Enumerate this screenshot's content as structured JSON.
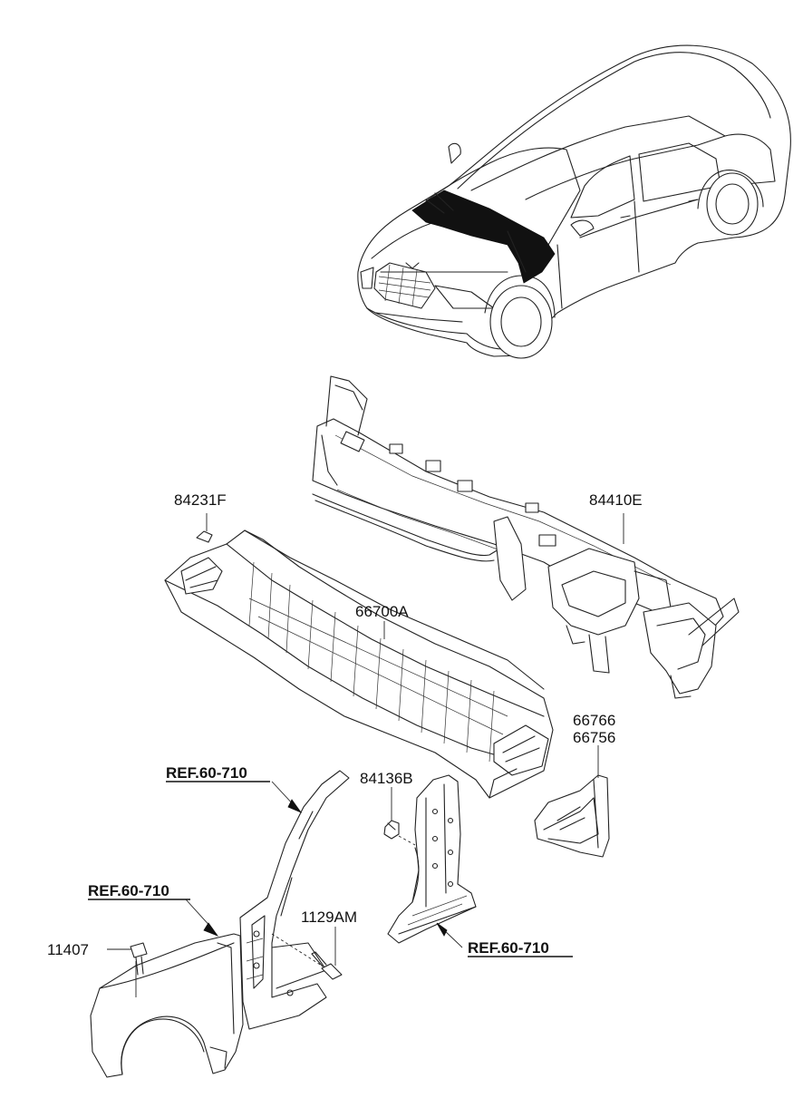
{
  "labels": {
    "cowl_cover": "84231F",
    "harness": "84410E",
    "cowl_panel": "66700A",
    "bracket_a": "66766",
    "bracket_b": "66756",
    "ref_pillar": "REF.60-710",
    "ref_fender": "REF.60-710",
    "ref_inner": "REF.60-710",
    "grommet": "84136B",
    "bolt_a": "1129AM",
    "bolt_b": "11407"
  },
  "colors": {
    "line": "#222222",
    "background": "#ffffff",
    "highlight": "#111111"
  },
  "icons": [
    "car-overview-icon",
    "crossmember-icon",
    "cowl-panel-icon",
    "fender-icon",
    "pillar-icon",
    "bolt-icon",
    "grommet-icon"
  ]
}
